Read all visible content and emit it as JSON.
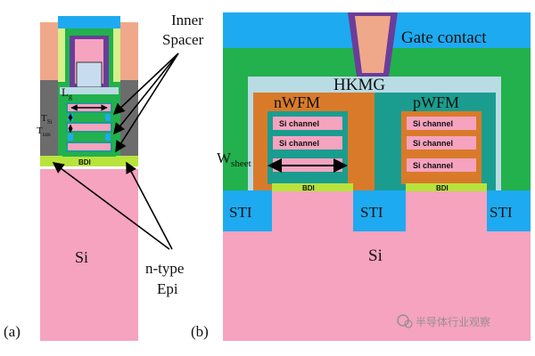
{
  "panel_a": {
    "label": "(a)",
    "inner_spacer": [
      "Inner",
      "Spacer"
    ],
    "lg": {
      "main": "L",
      "sub": "g"
    },
    "tsi": {
      "main": "T",
      "sub": "Si"
    },
    "tsus": {
      "main": "T",
      "sub": "sus"
    },
    "bdi": "BDI",
    "si": "Si",
    "ntype_epi": [
      "n-type",
      "Epi"
    ]
  },
  "panel_b": {
    "label": "(b)",
    "gate_contact": "Gate contact",
    "hkmg": "HKMG",
    "nwfm": "nWFM",
    "pwfm": "pWFM",
    "si_channel": "Si channel",
    "wsheet": {
      "main": "W",
      "sub": "sheet"
    },
    "bdi": "BDI",
    "sti": "STI",
    "si": "Si"
  },
  "watermark": "半导体行业观察",
  "colors": {
    "si_pink": "#f5a3bf",
    "green": "#22b14c",
    "blue": "#1eaaf0",
    "purple": "#6a3d9a",
    "orange": "#d97a2a",
    "teal": "#1a9d8f",
    "hkmg_light": "#b9dbe4",
    "epi_lime": "#b8e33c",
    "gray": "#6c6c6c"
  }
}
